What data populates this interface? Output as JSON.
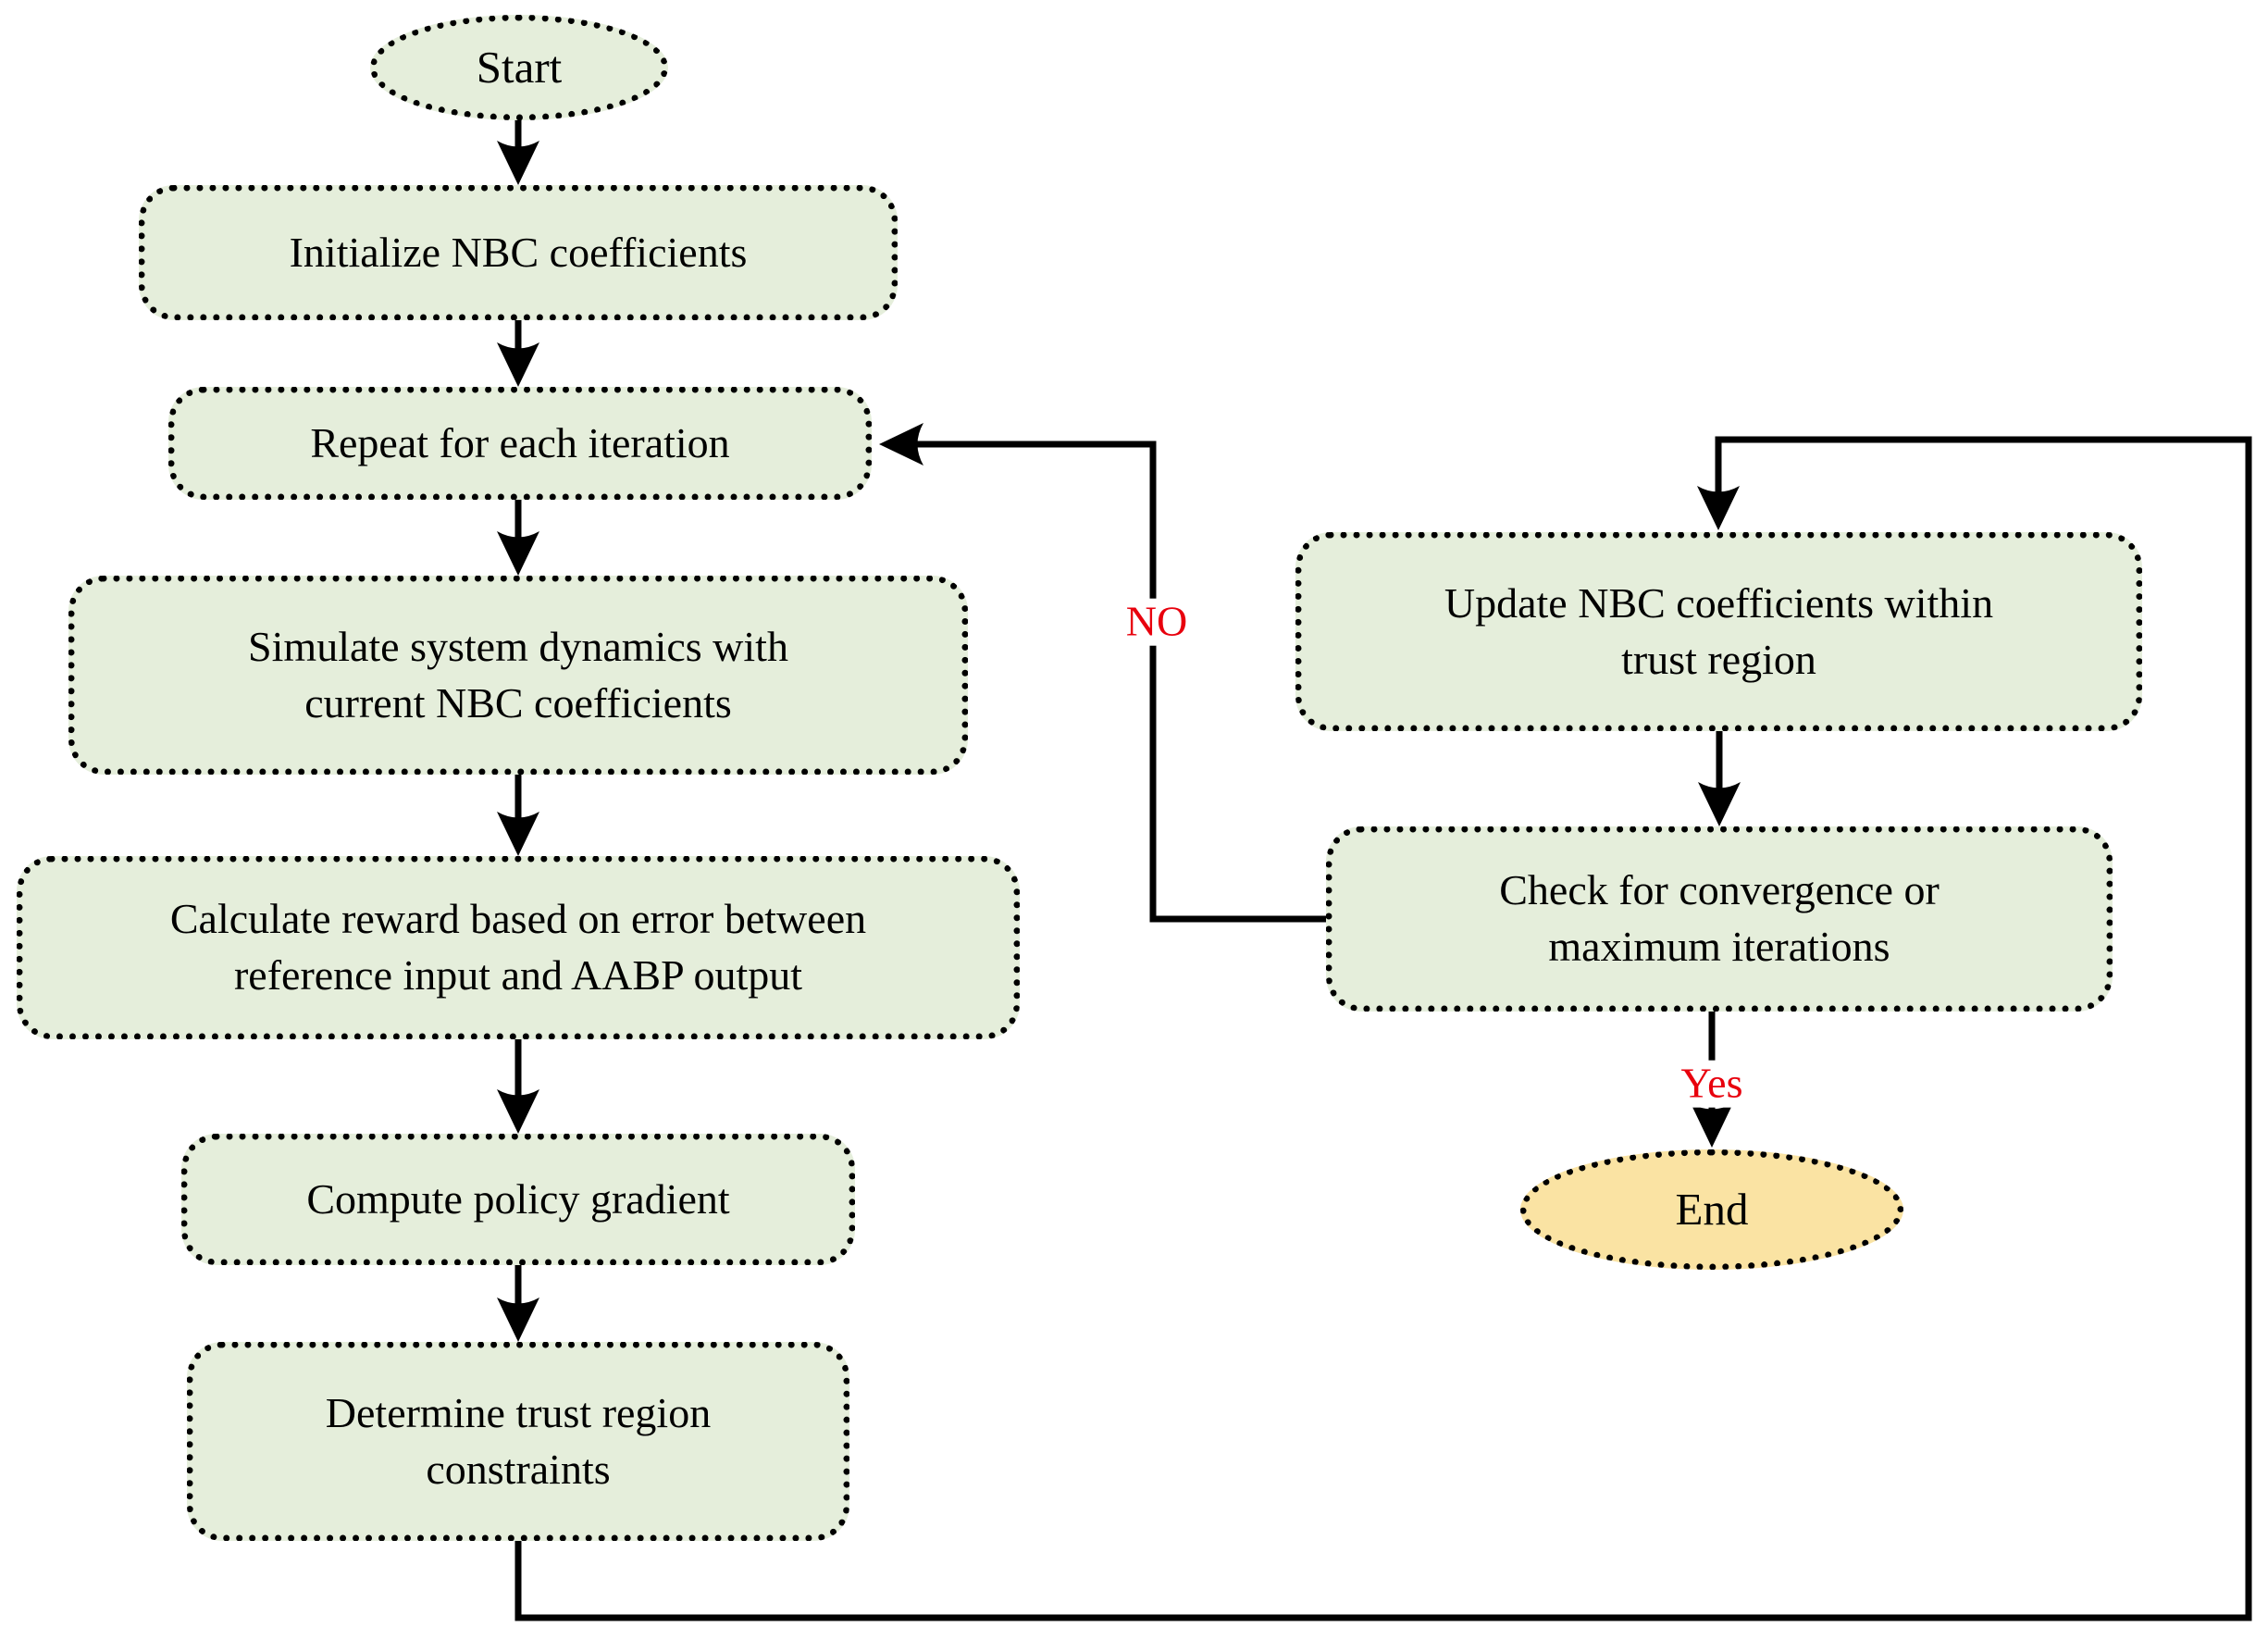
{
  "diagram": {
    "type": "flowchart",
    "nodes": {
      "start": {
        "label": "Start",
        "shape": "ellipse",
        "fill": "#e5eedb"
      },
      "initialize": {
        "label": "Initialize NBC coefficients",
        "shape": "rounded-rect",
        "fill": "#e5eedb"
      },
      "repeat": {
        "label": "Repeat for each iteration",
        "shape": "rounded-rect",
        "fill": "#e5eedb"
      },
      "simulate": {
        "label": "Simulate system dynamics with\ncurrent NBC coefficients",
        "shape": "rounded-rect",
        "fill": "#e5eedb"
      },
      "calculate": {
        "label": "Calculate reward based on error between\nreference input and AABP output",
        "shape": "rounded-rect",
        "fill": "#e5eedb"
      },
      "compute": {
        "label": "Compute policy gradient",
        "shape": "rounded-rect",
        "fill": "#e5eedb"
      },
      "determine": {
        "label": "Determine trust region\nconstraints",
        "shape": "rounded-rect",
        "fill": "#e5eedb"
      },
      "update": {
        "label": "Update NBC coefficients within\ntrust region",
        "shape": "rounded-rect",
        "fill": "#e5eedb"
      },
      "check": {
        "label": "Check for convergence or\nmaximum iterations",
        "shape": "rounded-rect",
        "fill": "#e5eedb"
      },
      "end": {
        "label": "End",
        "shape": "ellipse",
        "fill": "#fae3a3"
      }
    },
    "edge_labels": {
      "no": "NO",
      "yes": "Yes"
    },
    "connections": [
      {
        "from": "start",
        "to": "initialize"
      },
      {
        "from": "initialize",
        "to": "repeat"
      },
      {
        "from": "repeat",
        "to": "simulate"
      },
      {
        "from": "simulate",
        "to": "calculate"
      },
      {
        "from": "calculate",
        "to": "compute"
      },
      {
        "from": "compute",
        "to": "determine"
      },
      {
        "from": "determine",
        "to": "update",
        "route": "down-right-up around right side"
      },
      {
        "from": "update",
        "to": "check"
      },
      {
        "from": "check",
        "to": "repeat",
        "label": "NO",
        "route": "left then up"
      },
      {
        "from": "check",
        "to": "end",
        "label": "Yes"
      }
    ],
    "colors": {
      "process_fill": "#e5eedb",
      "end_fill": "#fae3a3",
      "border": "#000000",
      "line": "#000000",
      "edge_label_red": "#e8000d",
      "background": "#ffffff"
    }
  }
}
